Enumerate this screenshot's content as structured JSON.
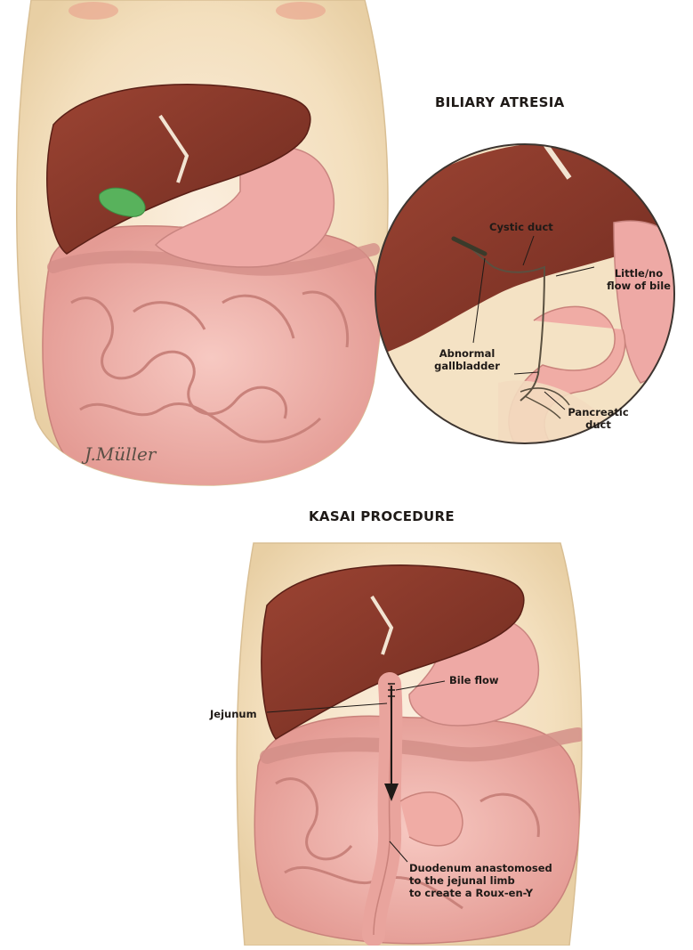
{
  "titles": {
    "biliary_atresia": "BILIARY ATRESIA",
    "kasai_procedure": "KASAI PROCEDURE"
  },
  "labels": {
    "cystic_duct": "Cystic duct",
    "little_no_flow_1": "Little/no",
    "little_no_flow_2": "flow of bile",
    "abnormal_gallbladder_1": "Abnormal",
    "abnormal_gallbladder_2": "gallbladder",
    "pancreatic_duct_1": "Pancreatic",
    "pancreatic_duct_2": "duct",
    "bile_flow": "Bile flow",
    "jejunum": "Jejunum",
    "duodenum_1": "Duodenum anastomosed",
    "duodenum_2": "to the jejunal limb",
    "duodenum_3": "to create a Roux-en-Y"
  },
  "signature": "J.Müller",
  "colors": {
    "skin": "#f4e2c4",
    "liver": "#8e3a2c",
    "liver_dark": "#6e2a1f",
    "intestine": "#f2b5ae",
    "intestine_shadow": "#d98c86",
    "stomach": "#eaa19e",
    "gallbladder": "#58b25c"
  }
}
